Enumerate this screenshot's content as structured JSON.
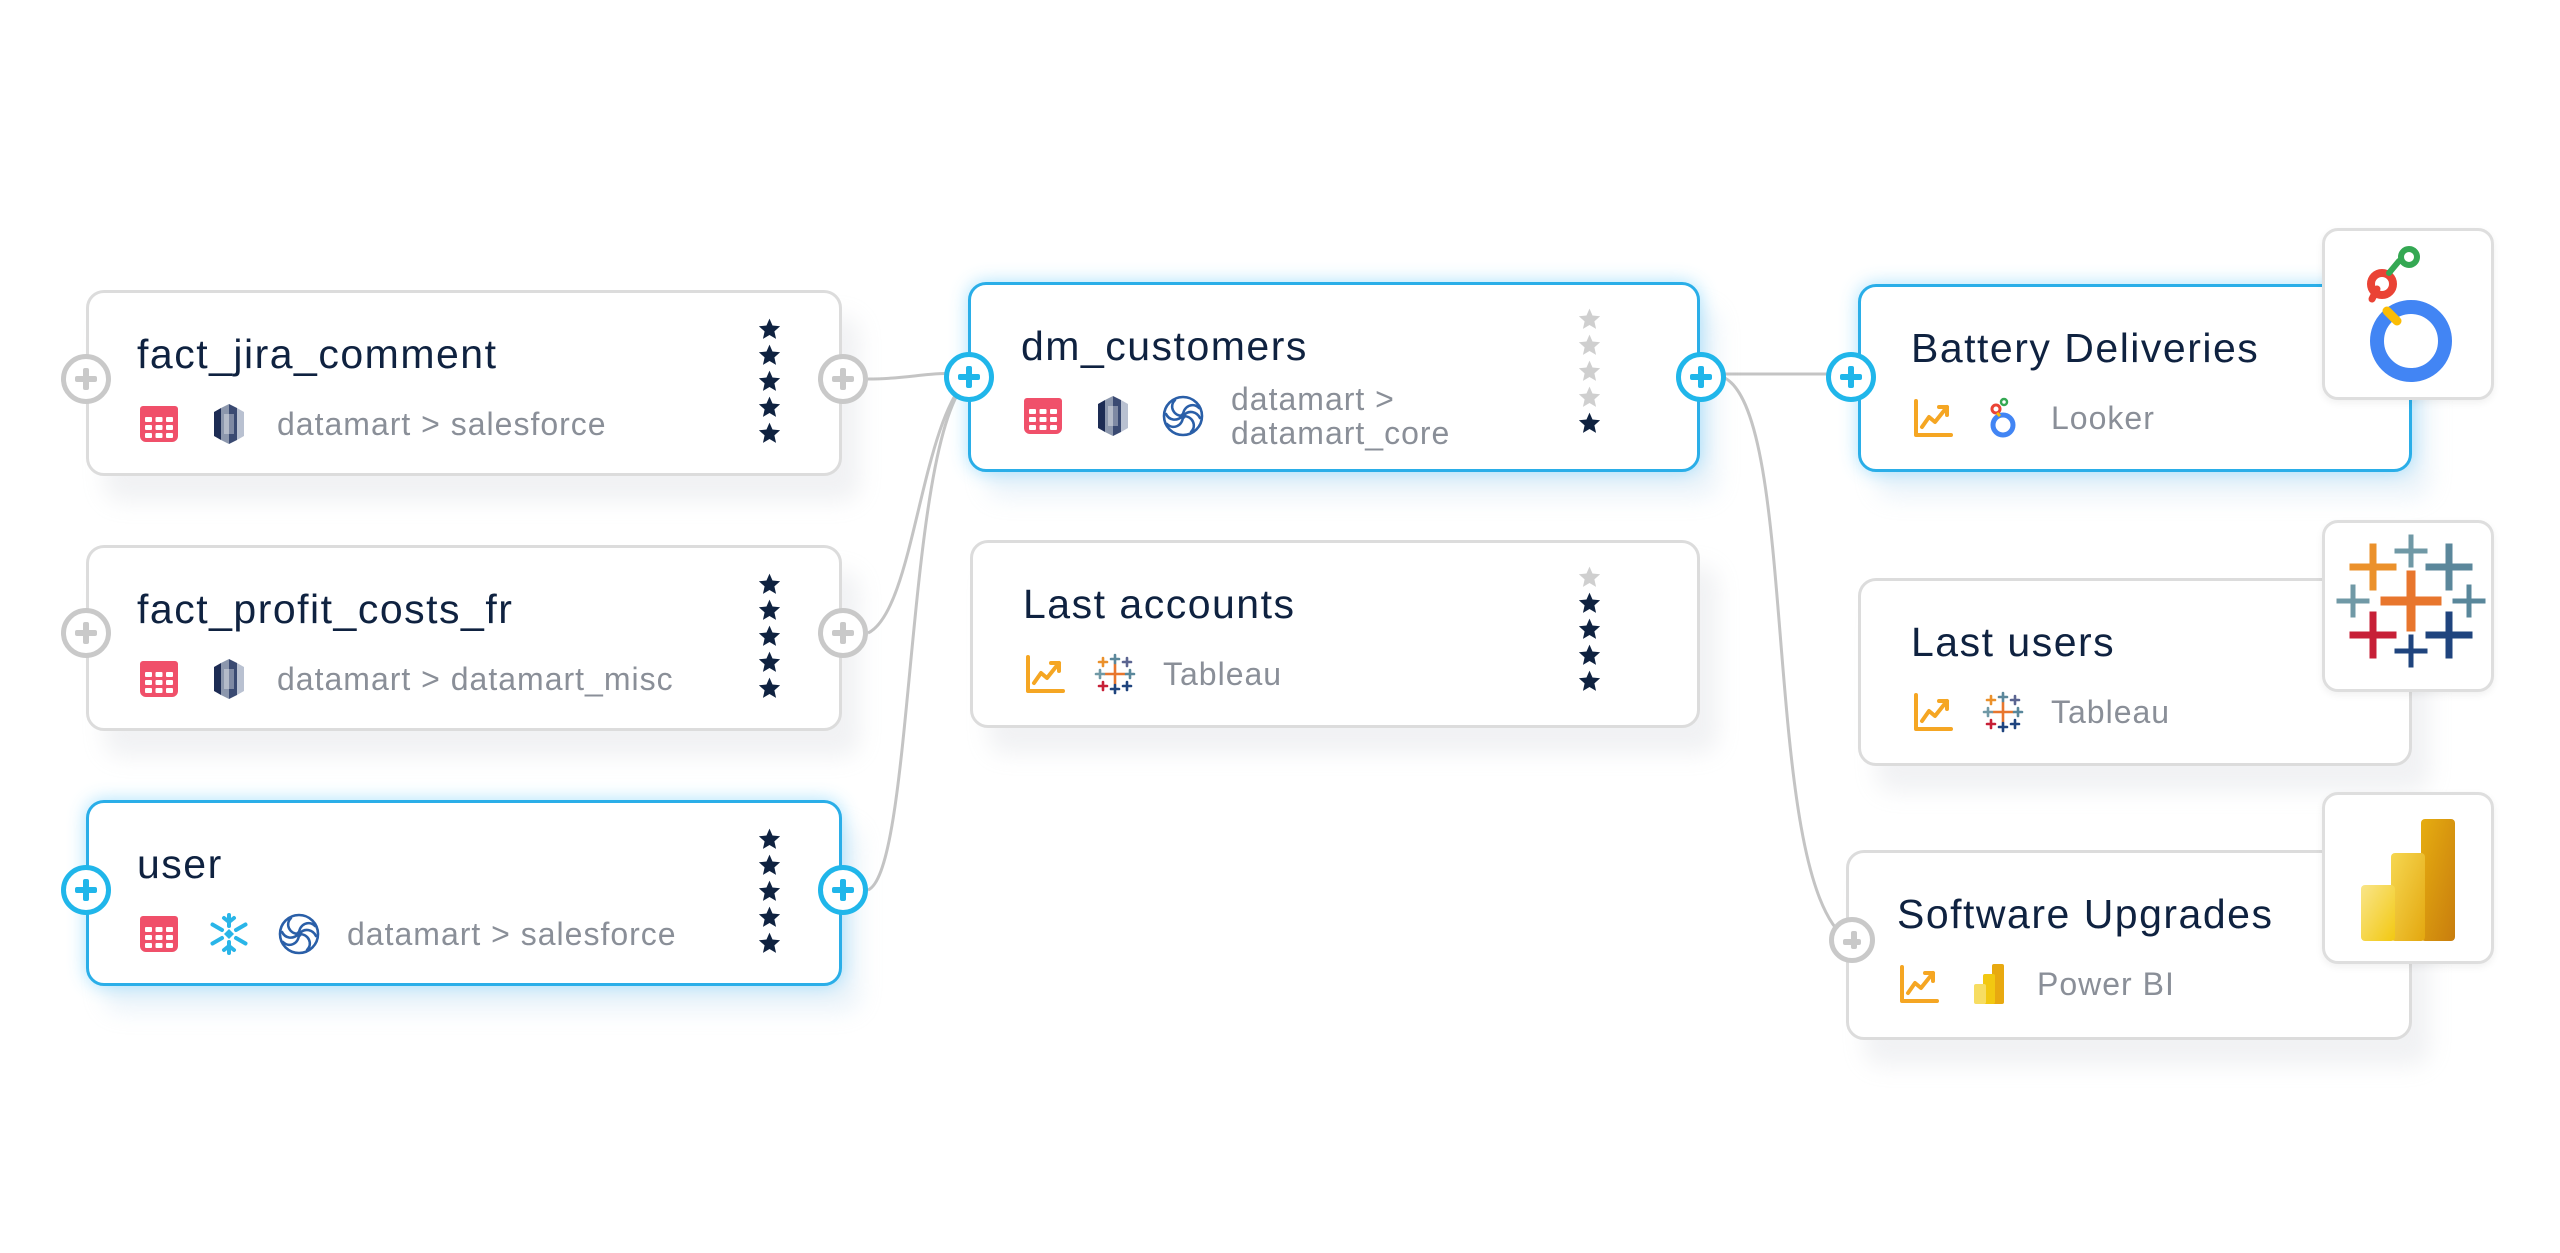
{
  "colors": {
    "accent": "#20b6ea",
    "inactive_port": "#c9c9c9",
    "star_dark": "#0f2240",
    "star_light": "#cfcfcf",
    "edge": "#c4c4c4"
  },
  "sources": [
    {
      "id": "fact_jira_comment",
      "title": "fact_jira_comment",
      "path": "datamart > salesforce",
      "icons": [
        "table-icon",
        "redshift-icon"
      ],
      "rating": 5,
      "active": false
    },
    {
      "id": "fact_profit_costs_fr",
      "title": "fact_profit_costs_fr",
      "path": "datamart > datamart_misc",
      "icons": [
        "table-icon",
        "redshift-icon"
      ],
      "rating": 5,
      "active": false
    },
    {
      "id": "user",
      "title": "user",
      "path": "datamart > salesforce",
      "icons": [
        "table-icon",
        "snowflake-icon",
        "looker-swirl-icon"
      ],
      "rating": 5,
      "active": true
    }
  ],
  "middle": [
    {
      "id": "dm_customers",
      "title": "dm_customers",
      "path_line1": "datamart >",
      "path_line2": "datamart_core",
      "icons": [
        "table-icon",
        "redshift-icon",
        "looker-swirl-icon"
      ],
      "rating": 1,
      "active": true
    },
    {
      "id": "last_accounts",
      "title": "Last accounts",
      "tool": "Tableau",
      "icons": [
        "dashboard-chart-icon",
        "tableau-icon"
      ],
      "rating": 4,
      "active": false
    }
  ],
  "dashboards": [
    {
      "id": "battery_deliveries",
      "title": "Battery Deliveries",
      "tool": "Looker",
      "icons": [
        "dashboard-chart-icon",
        "looker-icon"
      ],
      "logo": "looker-logo-icon",
      "active": true
    },
    {
      "id": "last_users",
      "title": "Last users",
      "tool": "Tableau",
      "icons": [
        "dashboard-chart-icon",
        "tableau-icon"
      ],
      "logo": "tableau-logo-icon",
      "active": false
    },
    {
      "id": "software_upgrades",
      "title": "Software Upgrades",
      "tool": "Power BI",
      "icons": [
        "dashboard-chart-icon",
        "powerbi-icon"
      ],
      "logo": "powerbi-logo-icon",
      "active": false
    }
  ]
}
